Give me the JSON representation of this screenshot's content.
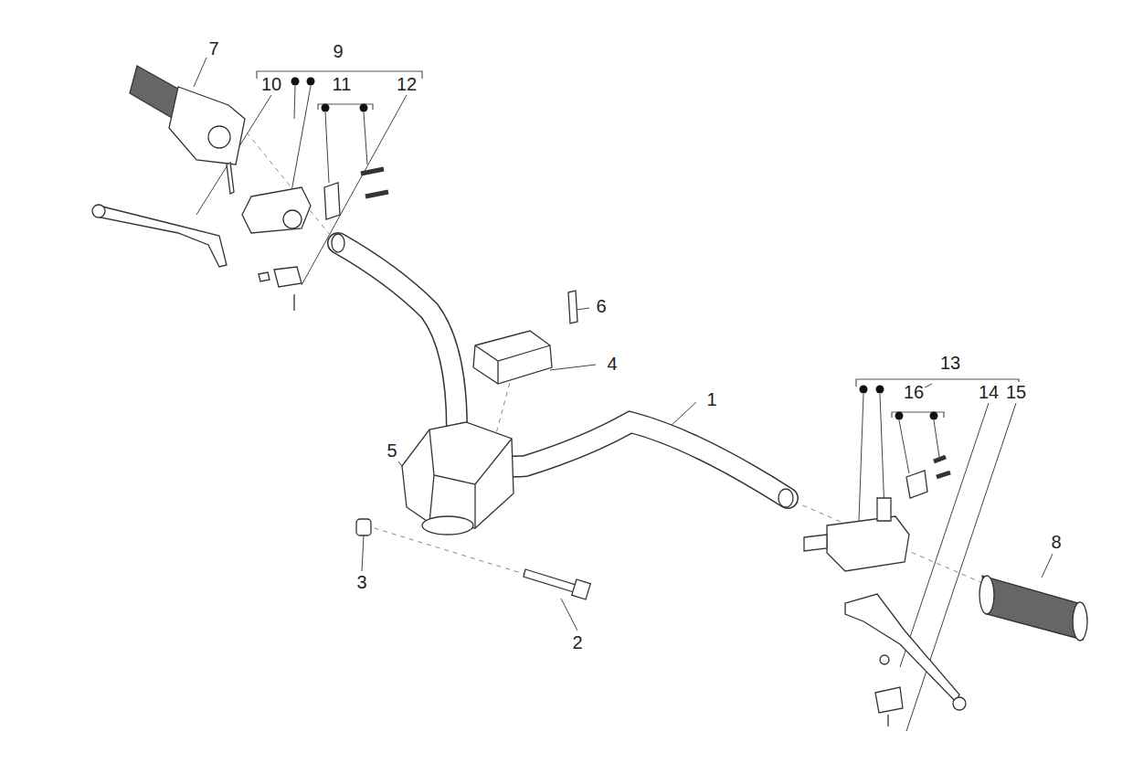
{
  "diagram": {
    "labels": [
      "7",
      "9",
      "10",
      "11",
      "12",
      "6",
      "4",
      "13",
      "16",
      "14",
      "15",
      "1",
      "5",
      "8",
      "3",
      "2"
    ]
  }
}
